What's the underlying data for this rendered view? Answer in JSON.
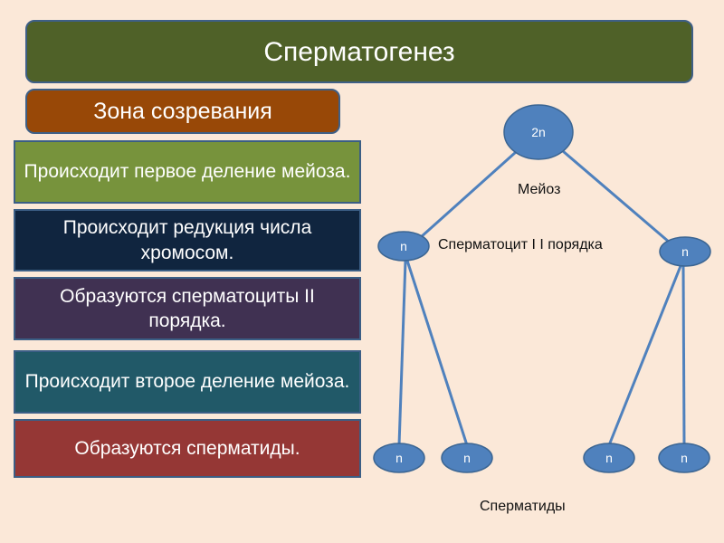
{
  "title": "Сперматогенез",
  "zone": "Зона созревания",
  "steps": [
    {
      "text": "Происходит первое деление мейоза.",
      "color": "#77933c"
    },
    {
      "text": "Происходит  редукция числа хромосом.",
      "color": "#10253f"
    },
    {
      "text": "Образуются сперматоциты II порядка.",
      "color": "#403152"
    },
    {
      "text": "Происходит второе деление мейоза.",
      "color": "#215968"
    },
    {
      "text": "Образуются  сперматиды.",
      "color": "#953735"
    }
  ],
  "diagram": {
    "root": "2n",
    "meiosis_label": "Мейоз",
    "spermatocyte_label": "Сперматоцит I I порядка",
    "spermatid_label": "Сперматиды",
    "level2": [
      "n",
      "n"
    ],
    "level3": [
      "n",
      "n",
      "n",
      "n"
    ],
    "node_color": "#4f81bd"
  }
}
